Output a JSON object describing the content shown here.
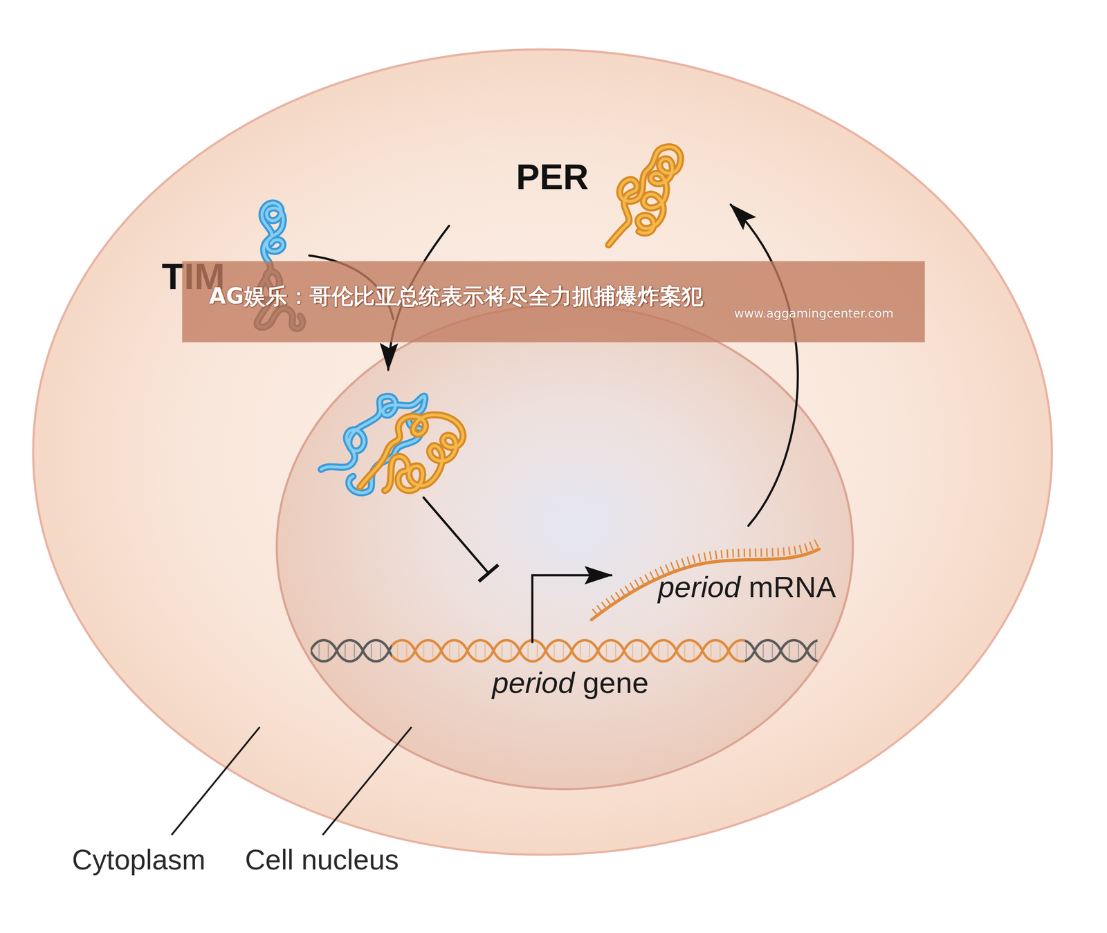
{
  "diagram": {
    "nodes": [
      {
        "text": [
          "Cytoplasm"
        ]
      },
      {
        "text": [
          "Cell nucleus"
        ],
        "in": 0
      },
      {
        "text": [
          "PER"
        ],
        "in": 0
      },
      {
        "text": [
          "TIM"
        ],
        "in": 0
      },
      {
        "text": [
          "period gene"
        ],
        "in": 1
      },
      {
        "text": [
          "period mRNA"
        ],
        "in": 1
      }
    ],
    "edges": [
      {
        "from": 3,
        "to": 4,
        "arrow": "to"
      },
      {
        "from": 2,
        "to": 4,
        "arrow": "to"
      },
      {
        "from": 4,
        "to": 5,
        "arrow": "to"
      },
      {
        "from": 5,
        "to": 2,
        "arrow": "to"
      }
    ],
    "labels": [
      "AG娱乐：哥伦比亚总统表示将尽全力抓捕爆炸案犯",
      "www.aggamingcenter.com"
    ]
  }
}
